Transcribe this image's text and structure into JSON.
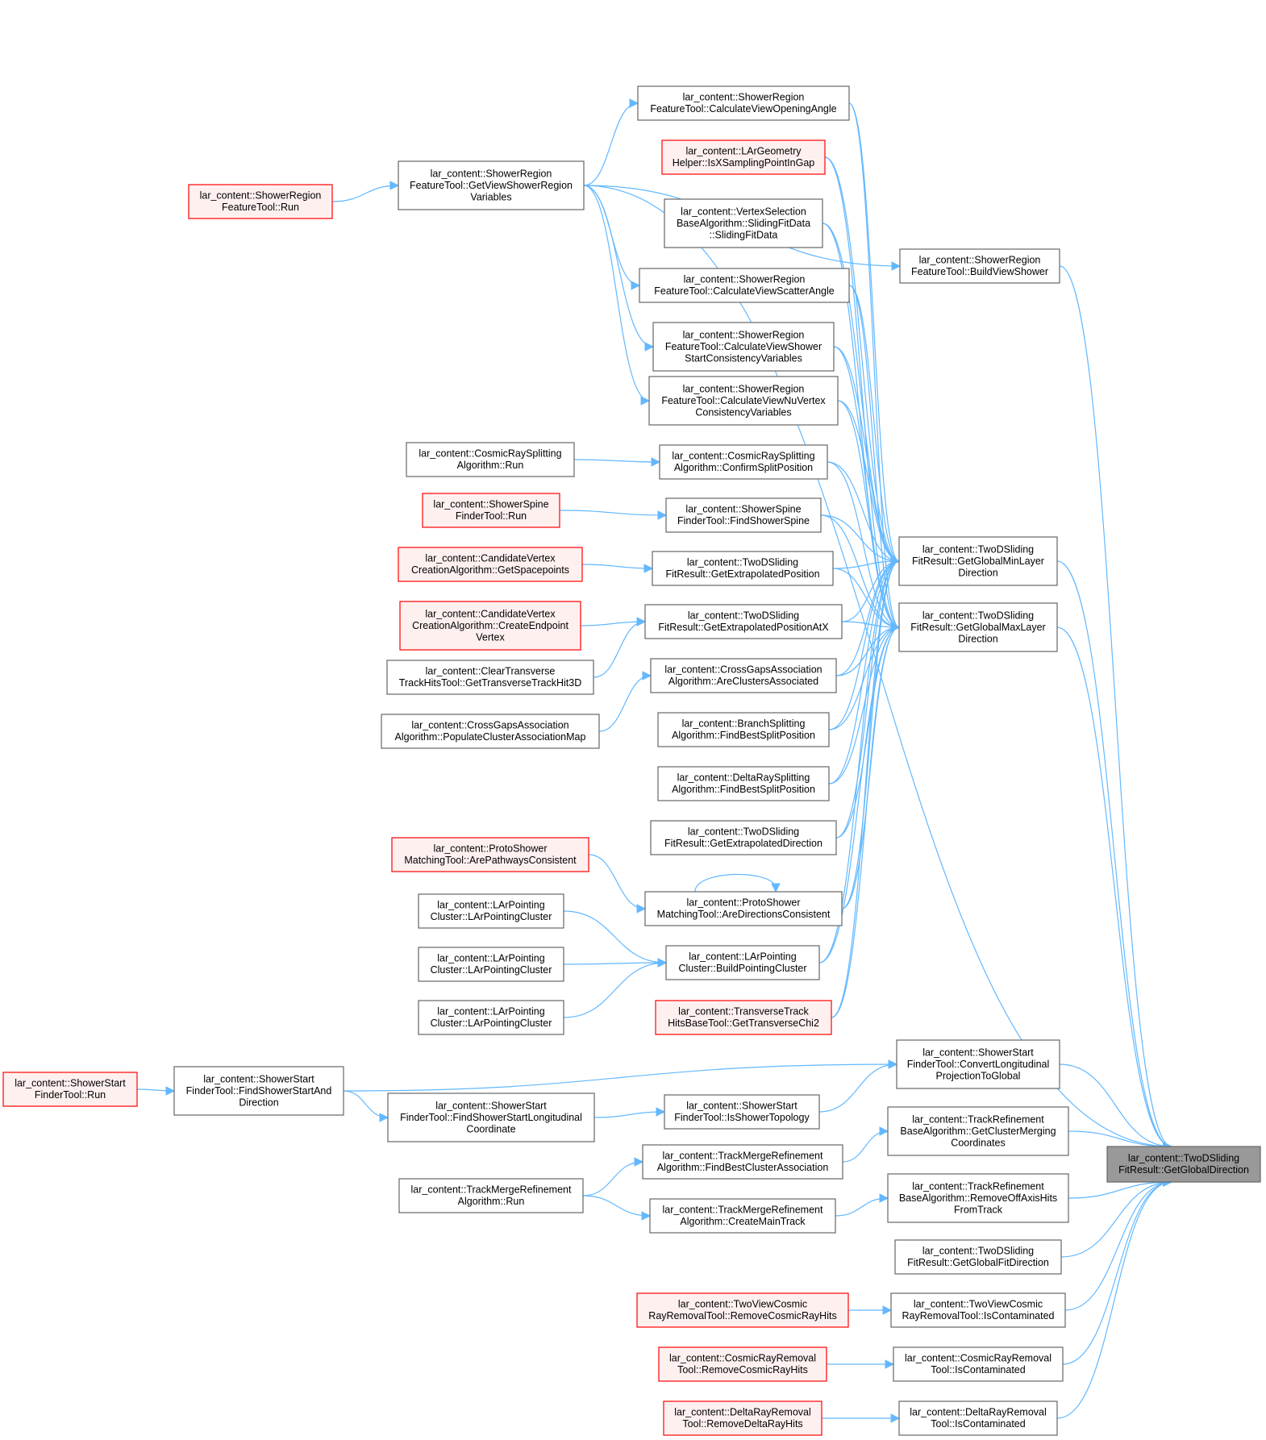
{
  "colors": {
    "edge": "#63b8ff",
    "node_border": "#666666",
    "truncated_border": "#ff0000",
    "truncated_fill": "#fff0f0",
    "root_fill": "#999999"
  },
  "root": "lar_content::TwoDSliding FitResult::GetGlobalDirection",
  "nodes": {
    "gvsrv": [
      "lar_content::ShowerRegion",
      "FeatureTool::GetViewShowerRegion",
      "Variables"
    ],
    "srft_run": [
      "lar_content::ShowerRegion",
      "FeatureTool::Run"
    ],
    "cvoa": [
      "lar_content::ShowerRegion",
      "FeatureTool::CalculateViewOpeningAngle"
    ],
    "lgeo": [
      "lar_content::LArGeometry",
      "Helper::IsXSamplingPointInGap"
    ],
    "vsba": [
      "lar_content::VertexSelection",
      "BaseAlgorithm::SlidingFitData",
      "::SlidingFitData"
    ],
    "bvs": [
      "lar_content::ShowerRegion",
      "FeatureTool::BuildViewShower"
    ],
    "cvsa": [
      "lar_content::ShowerRegion",
      "FeatureTool::CalculateViewScatterAngle"
    ],
    "cvssc": [
      "lar_content::ShowerRegion",
      "FeatureTool::CalculateViewShower",
      "StartConsistencyVariables"
    ],
    "cvnv": [
      "lar_content::ShowerRegion",
      "FeatureTool::CalculateViewNuVertex",
      "ConsistencyVariables"
    ],
    "crsa_run": [
      "lar_content::CosmicRaySplitting",
      "Algorithm::Run"
    ],
    "crsa_csp": [
      "lar_content::CosmicRaySplitting",
      "Algorithm::ConfirmSplitPosition"
    ],
    "ssft_run": [
      "lar_content::ShowerSpine",
      "FinderTool::Run"
    ],
    "ssft_fss": [
      "lar_content::ShowerSpine",
      "FinderTool::FindShowerSpine"
    ],
    "minlayer": [
      "lar_content::TwoDSliding",
      "FitResult::GetGlobalMinLayer",
      "Direction"
    ],
    "cvca_gsp": [
      "lar_content::CandidateVertex",
      "CreationAlgorithm::GetSpacepoints"
    ],
    "tdsf_gep": [
      "lar_content::TwoDSliding",
      "FitResult::GetExtrapolatedPosition"
    ],
    "maxlayer": [
      "lar_content::TwoDSliding",
      "FitResult::GetGlobalMaxLayer",
      "Direction"
    ],
    "cvca_cev": [
      "lar_content::CandidateVertex",
      "CreationAlgorithm::CreateEndpoint",
      "Vertex"
    ],
    "tdsf_gepx": [
      "lar_content::TwoDSliding",
      "FitResult::GetExtrapolatedPositionAtX"
    ],
    "cth": [
      "lar_content::ClearTransverse",
      "TrackHitsTool::GetTransverseTrackHit3D"
    ],
    "cga_aca": [
      "lar_content::CrossGapsAssociation",
      "Algorithm::AreClustersAssociated"
    ],
    "cga_pcam": [
      "lar_content::CrossGapsAssociation",
      "Algorithm::PopulateClusterAssociationMap"
    ],
    "bsa": [
      "lar_content::BranchSplitting",
      "Algorithm::FindBestSplitPosition"
    ],
    "drsa": [
      "lar_content::DeltaRaySplitting",
      "Algorithm::FindBestSplitPosition"
    ],
    "tdsf_ged": [
      "lar_content::TwoDSliding",
      "FitResult::GetExtrapolatedDirection"
    ],
    "psmt_apc": [
      "lar_content::ProtoShower",
      "MatchingTool::ArePathwaysConsistent"
    ],
    "psmt_adc": [
      "lar_content::ProtoShower",
      "MatchingTool::AreDirectionsConsistent"
    ],
    "lpc1": [
      "lar_content::LArPointing",
      "Cluster::LArPointingCluster"
    ],
    "lpc2": [
      "lar_content::LArPointing",
      "Cluster::LArPointingCluster"
    ],
    "lpc3": [
      "lar_content::LArPointing",
      "Cluster::LArPointingCluster"
    ],
    "lpc_bpc": [
      "lar_content::LArPointing",
      "Cluster::BuildPointingCluster"
    ],
    "tthb": [
      "lar_content::TransverseTrack",
      "HitsBaseTool::GetTransverseChi2"
    ],
    "ssft_clpg": [
      "lar_content::ShowerStart",
      "FinderTool::ConvertLongitudinal",
      "ProjectionToGlobal"
    ],
    "ssft_run2": [
      "lar_content::ShowerStart",
      "FinderTool::Run"
    ],
    "ssft_fssad": [
      "lar_content::ShowerStart",
      "FinderTool::FindShowerStartAnd",
      "Direction"
    ],
    "ssft_fsslc": [
      "lar_content::ShowerStart",
      "FinderTool::FindShowerStartLongitudinal",
      "Coordinate"
    ],
    "ssft_ist": [
      "lar_content::ShowerStart",
      "FinderTool::IsShowerTopology"
    ],
    "trba_gcmc": [
      "lar_content::TrackRefinement",
      "BaseAlgorithm::GetClusterMerging",
      "Coordinates"
    ],
    "tmra_fbca": [
      "lar_content::TrackMergeRefinement",
      "Algorithm::FindBestClusterAssociation"
    ],
    "tmra_run": [
      "lar_content::TrackMergeRefinement",
      "Algorithm::Run"
    ],
    "trba_roah": [
      "lar_content::TrackRefinement",
      "BaseAlgorithm::RemoveOffAxisHits",
      "FromTrack"
    ],
    "tmra_cmt": [
      "lar_content::TrackMergeRefinement",
      "Algorithm::CreateMainTrack"
    ],
    "tdsf_gfd": [
      "lar_content::TwoDSliding",
      "FitResult::GetGlobalFitDirection"
    ],
    "tvcr_rcrh": [
      "lar_content::TwoViewCosmic",
      "RayRemovalTool::RemoveCosmicRayHits"
    ],
    "tvcr_ic": [
      "lar_content::TwoViewCosmic",
      "RayRemovalTool::IsContaminated"
    ],
    "crrt_rcrh": [
      "lar_content::CosmicRayRemoval",
      "Tool::RemoveCosmicRayHits"
    ],
    "crrt_ic": [
      "lar_content::CosmicRayRemoval",
      "Tool::IsContaminated"
    ],
    "drrt_rdrh": [
      "lar_content::DeltaRayRemoval",
      "Tool::RemoveDeltaRayHits"
    ],
    "drrt_ic": [
      "lar_content::DeltaRayRemoval",
      "Tool::IsContaminated"
    ],
    "root": [
      "lar_content::TwoDSliding",
      "FitResult::GetGlobalDirection"
    ]
  },
  "truncated": [
    "srft_run",
    "lgeo",
    "ssft_run",
    "cvca_gsp",
    "cvca_cev",
    "psmt_apc",
    "tthb",
    "ssft_run2",
    "tvcr_rcrh",
    "crrt_rcrh",
    "drrt_rdrh"
  ],
  "edges": [
    [
      "srft_run",
      "gvsrv"
    ],
    [
      "gvsrv",
      "cvoa"
    ],
    [
      "gvsrv",
      "cvsa"
    ],
    [
      "gvsrv",
      "cvssc"
    ],
    [
      "gvsrv",
      "cvnv"
    ],
    [
      "gvsrv",
      "bvs"
    ],
    [
      "crsa_run",
      "crsa_csp"
    ],
    [
      "ssft_run",
      "ssft_fss"
    ],
    [
      "cvca_gsp",
      "tdsf_gep"
    ],
    [
      "cvca_cev",
      "tdsf_gepx"
    ],
    [
      "cth",
      "tdsf_gepx"
    ],
    [
      "cga_pcam",
      "cga_aca"
    ],
    [
      "psmt_apc",
      "psmt_adc"
    ],
    [
      "psmt_adc",
      "psmt_adc"
    ],
    [
      "lpc1",
      "lpc_bpc"
    ],
    [
      "lpc2",
      "lpc_bpc"
    ],
    [
      "lpc3",
      "lpc_bpc"
    ],
    [
      "cvoa",
      "minlayer"
    ],
    [
      "lgeo",
      "minlayer"
    ],
    [
      "vsba",
      "minlayer"
    ],
    [
      "cvsa",
      "minlayer"
    ],
    [
      "cvssc",
      "minlayer"
    ],
    [
      "cvnv",
      "minlayer"
    ],
    [
      "crsa_csp",
      "minlayer"
    ],
    [
      "ssft_fss",
      "minlayer"
    ],
    [
      "tdsf_gep",
      "minlayer"
    ],
    [
      "tdsf_gepx",
      "minlayer"
    ],
    [
      "cga_aca",
      "minlayer"
    ],
    [
      "bsa",
      "minlayer"
    ],
    [
      "drsa",
      "minlayer"
    ],
    [
      "tdsf_ged",
      "minlayer"
    ],
    [
      "psmt_adc",
      "minlayer"
    ],
    [
      "lpc_bpc",
      "minlayer"
    ],
    [
      "tthb",
      "minlayer"
    ],
    [
      "cvoa",
      "maxlayer"
    ],
    [
      "lgeo",
      "maxlayer"
    ],
    [
      "vsba",
      "maxlayer"
    ],
    [
      "cvsa",
      "maxlayer"
    ],
    [
      "cvssc",
      "maxlayer"
    ],
    [
      "cvnv",
      "maxlayer"
    ],
    [
      "crsa_csp",
      "maxlayer"
    ],
    [
      "ssft_fss",
      "maxlayer"
    ],
    [
      "tdsf_gep",
      "maxlayer"
    ],
    [
      "tdsf_gepx",
      "maxlayer"
    ],
    [
      "cga_aca",
      "maxlayer"
    ],
    [
      "bsa",
      "maxlayer"
    ],
    [
      "drsa",
      "maxlayer"
    ],
    [
      "tdsf_ged",
      "maxlayer"
    ],
    [
      "psmt_adc",
      "maxlayer"
    ],
    [
      "lpc_bpc",
      "maxlayer"
    ],
    [
      "tthb",
      "maxlayer"
    ],
    [
      "ssft_run2",
      "ssft_fssad"
    ],
    [
      "ssft_fssad",
      "ssft_clpg"
    ],
    [
      "ssft_fssad",
      "ssft_fsslc"
    ],
    [
      "ssft_fsslc",
      "ssft_ist"
    ],
    [
      "ssft_ist",
      "ssft_clpg"
    ],
    [
      "tmra_fbca",
      "trba_gcmc"
    ],
    [
      "tmra_run",
      "tmra_fbca"
    ],
    [
      "tmra_run",
      "tmra_cmt"
    ],
    [
      "tmra_cmt",
      "trba_roah"
    ],
    [
      "tvcr_rcrh",
      "tvcr_ic"
    ],
    [
      "crrt_rcrh",
      "crrt_ic"
    ],
    [
      "drrt_rdrh",
      "drrt_ic"
    ],
    [
      "gvsrv",
      "root"
    ],
    [
      "bvs",
      "root"
    ],
    [
      "minlayer",
      "root"
    ],
    [
      "maxlayer",
      "root"
    ],
    [
      "ssft_clpg",
      "root"
    ],
    [
      "trba_gcmc",
      "root"
    ],
    [
      "trba_roah",
      "root"
    ],
    [
      "tdsf_gfd",
      "root"
    ],
    [
      "tvcr_ic",
      "root"
    ],
    [
      "crrt_ic",
      "root"
    ],
    [
      "drrt_ic",
      "root"
    ]
  ]
}
